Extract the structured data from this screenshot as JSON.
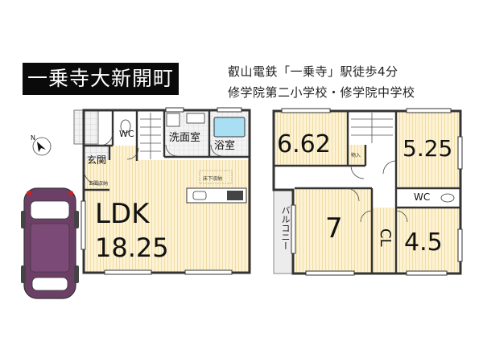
{
  "banner": {
    "title": "一乗寺大新開町"
  },
  "info": {
    "line1": "叡山電鉄「一乗寺」駅徒歩4分",
    "line2": "修学院第二小学校・修学院中学校"
  },
  "floor1": {
    "wc": "WC",
    "washroom": "洗面室",
    "bath": "浴室",
    "entrance": "玄関",
    "shoe_storage": "玄関収納",
    "underfloor": "床下収納",
    "ldk_label": "LDK",
    "ldk_size": "18.25"
  },
  "floor2": {
    "room_a": "6.62",
    "storage_small": "物入",
    "room_b": "5.25",
    "wc": "WC",
    "balcony": "バルコニー",
    "room_c": "7",
    "closet": "CL",
    "room_d": "4.5"
  },
  "compass": {
    "icon": "north-arrow-icon"
  },
  "car": {
    "icon": "car-icon"
  }
}
